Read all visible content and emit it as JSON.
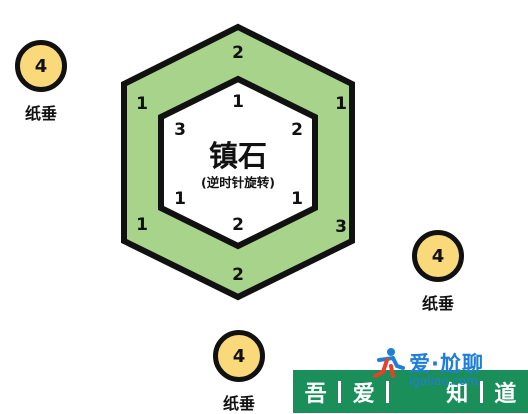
{
  "center": {
    "title": "镇石",
    "subtitle": "(逆时针旋转)"
  },
  "colors": {
    "ring_fill": "#a8d38b",
    "outline": "#111111",
    "weight_fill": "#f9d97a",
    "watermark_green": "#1b8f5a",
    "watermark_blue": "#1f7fd6"
  },
  "outer_ring": {
    "top": "2",
    "upper_left": "1",
    "upper_right": "1",
    "lower_left": "1",
    "lower_right": "3",
    "bottom": "2"
  },
  "inner_ring": {
    "top": "1",
    "upper_left": "3",
    "upper_right": "2",
    "lower_left": "1",
    "lower_right": "1",
    "bottom": "2"
  },
  "weights": [
    {
      "value": "4",
      "label": "纸垂"
    },
    {
      "value": "4",
      "label": "纸垂"
    },
    {
      "value": "4",
      "label": "纸垂"
    }
  ],
  "watermark": {
    "brand": "爱·尬聊",
    "url": "igaliao.com",
    "bar_chars": [
      "吾",
      "爱",
      "知",
      "道"
    ]
  }
}
